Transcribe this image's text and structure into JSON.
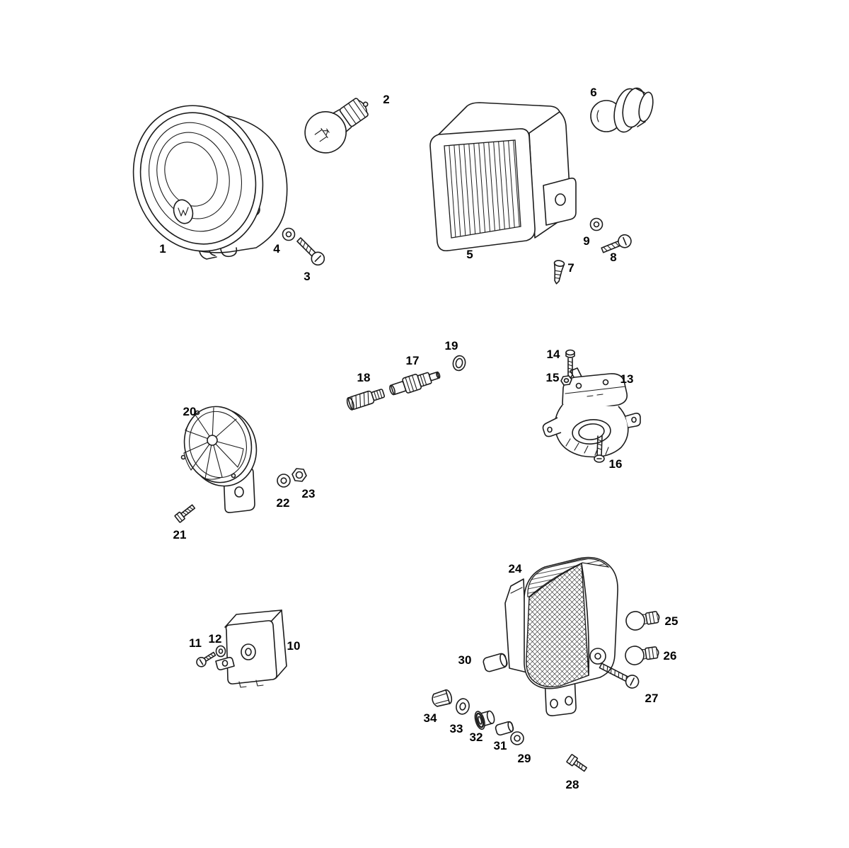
{
  "diagram": {
    "background": "#ffffff",
    "line_color": "#1c1c1c",
    "label_color": "#000000"
  },
  "parts": [
    {
      "number": "1",
      "name": "headlight-shell"
    },
    {
      "number": "2",
      "name": "headlight-bulb"
    },
    {
      "number": "3",
      "name": "screw"
    },
    {
      "number": "4",
      "name": "washer"
    },
    {
      "number": "5",
      "name": "headlamp-unit"
    },
    {
      "number": "6",
      "name": "bulb-with-socket"
    },
    {
      "number": "7",
      "name": "screw"
    },
    {
      "number": "8",
      "name": "screw"
    },
    {
      "number": "9",
      "name": "washer"
    },
    {
      "number": "10",
      "name": "flasher-relay"
    },
    {
      "number": "11",
      "name": "screw"
    },
    {
      "number": "12",
      "name": "clip"
    },
    {
      "number": "13",
      "name": "handlebar-switch"
    },
    {
      "number": "14",
      "name": "screw"
    },
    {
      "number": "15",
      "name": "nut"
    },
    {
      "number": "16",
      "name": "clamp-screw"
    },
    {
      "number": "17",
      "name": "plug-connector"
    },
    {
      "number": "18",
      "name": "cable-end"
    },
    {
      "number": "19",
      "name": "seal-ring"
    },
    {
      "number": "20",
      "name": "horn"
    },
    {
      "number": "21",
      "name": "screw"
    },
    {
      "number": "22",
      "name": "washer"
    },
    {
      "number": "23",
      "name": "nut"
    },
    {
      "number": "24",
      "name": "tail-light"
    },
    {
      "number": "25",
      "name": "bulb"
    },
    {
      "number": "26",
      "name": "bulb"
    },
    {
      "number": "27",
      "name": "screw"
    },
    {
      "number": "28",
      "name": "screw"
    },
    {
      "number": "29",
      "name": "washer"
    },
    {
      "number": "30",
      "name": "spacer-sleeve"
    },
    {
      "number": "31",
      "name": "sleeve"
    },
    {
      "number": "32",
      "name": "grommet"
    },
    {
      "number": "33",
      "name": "washer"
    },
    {
      "number": "34",
      "name": "nut"
    }
  ]
}
